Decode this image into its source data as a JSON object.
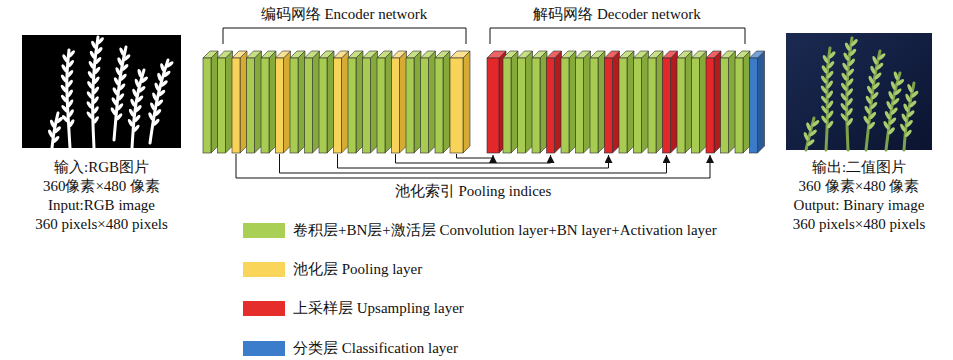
{
  "diagram": {
    "nodes": [
      {
        "text": [
          "输入:RGB图片",
          "360像素×480 像素",
          "Input:RGB image",
          "360 pixels×480 pixels"
        ]
      },
      {
        "text": [
          "输出:二值图片",
          "360 像素×480 像素",
          "Output: Binary image",
          "360 pixels×480 pixels"
        ]
      }
    ],
    "labels": [
      "编码网络 Encoder network",
      "解码网络 Decoder network",
      "池化索引 Pooling indices"
    ],
    "legend": [
      {
        "text": "卷积层+BN层+激活层 Convolution layer+BN layer+Activation layer",
        "color": "#a9cf54"
      },
      {
        "text": "池化层 Pooling layer",
        "color": "#f9d65a"
      },
      {
        "text": "上采样层 Upsampling layer",
        "color": "#e52d2b"
      },
      {
        "text": "分类层 Classification layer",
        "color": "#3c7dcb"
      }
    ]
  }
}
